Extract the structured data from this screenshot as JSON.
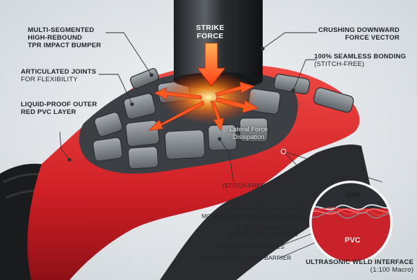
{
  "labels": {
    "bumper_line1": "MULTI-SEGMENTED",
    "bumper_line2": "HIGH-REBOUND",
    "bumper_line3": "TPR IMPACT BUMPER",
    "joints_title": "ARTICULATED JOINTS",
    "joints_sub": "FOR FLEXIBILITY",
    "pvc_line1": "LIQUID-PROOF OUTER",
    "pvc_line2": "RED PVC LAYER",
    "strike_line1": "STRIKE",
    "strike_line2": "FORCE",
    "crush_line1": "CRUSHING DOWNWARD",
    "crush_line2": "FORCE VECTOR",
    "seamless_title": "100% SEAMLESS BONDING",
    "seamless_sub": "(STITCH-FREE)",
    "lateral_line1": "Lateral Force",
    "lateral_line2": "Dissipation",
    "stitch_free": "(STITCH-FREE)",
    "ccl_line1": "REINFORCED C-CL BOND",
    "ccl_line2": "MOLECULAR INTERLOCKING FIELD",
    "junction_line1": "ULTRAHIGH-DENSITY",
    "junction_line2": "MOLECULAR JUNCTION",
    "pinholes": "NO SEWING PINHOLES",
    "barrier": "CONTINUOUS LIQUID BARRIER",
    "weld_title": "ULTRASONIC WELD INTERFACE",
    "weld_sub": "(1:100 Macro)",
    "macro_tpr": "TPR",
    "macro_pvc": "PVC"
  },
  "colors": {
    "glove_red": "#d4242a",
    "bumper_gray": "#8c9196",
    "force_orange": "#ff7a1a",
    "background": "#e7ebee"
  }
}
